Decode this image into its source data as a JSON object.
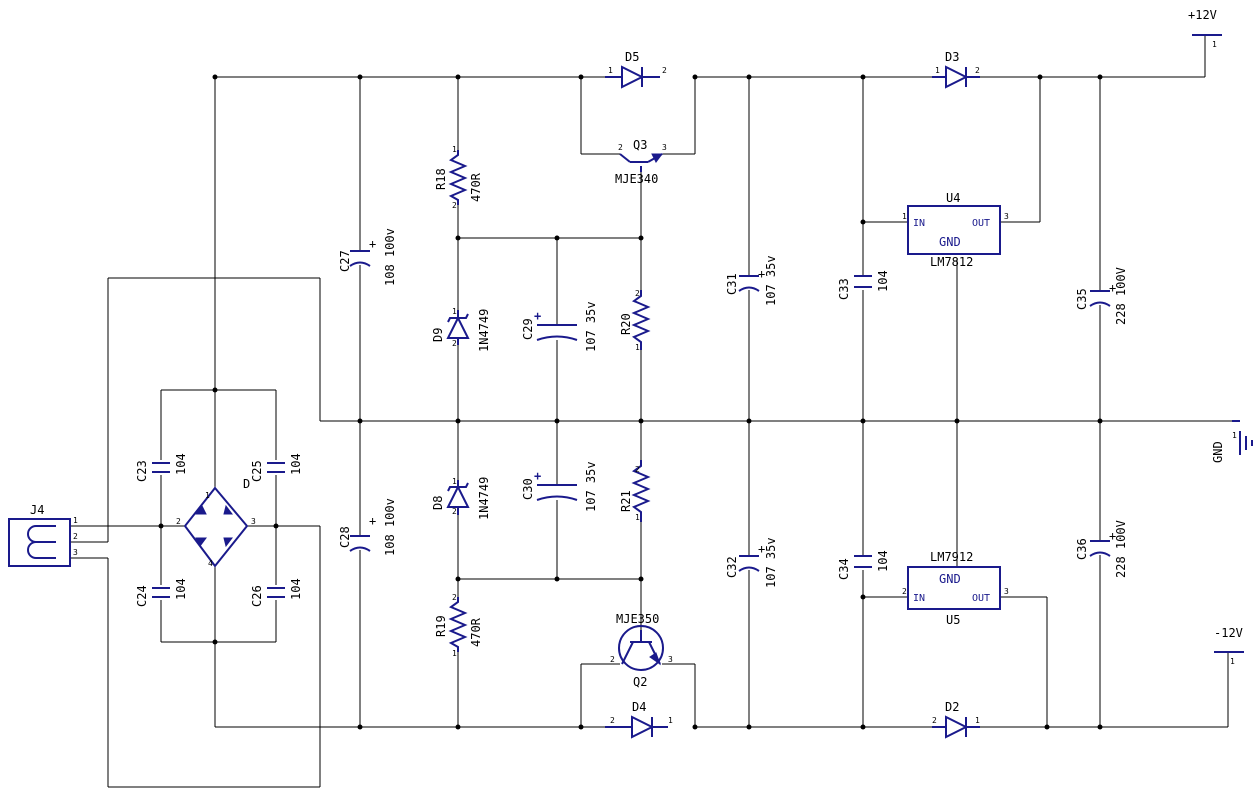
{
  "rails": {
    "pos": "+12V",
    "neg": "-12V",
    "gnd": "GND"
  },
  "connector": {
    "ref": "J4",
    "pins": [
      "1",
      "2",
      "3"
    ]
  },
  "bridge": {
    "ref": "D",
    "pins": [
      "1",
      "2",
      "3",
      "4"
    ]
  },
  "capacitors": {
    "C23": {
      "ref": "C23",
      "value": "104"
    },
    "C24": {
      "ref": "C24",
      "value": "104"
    },
    "C25": {
      "ref": "C25",
      "value": "104"
    },
    "C26": {
      "ref": "C26",
      "value": "104"
    },
    "C27": {
      "ref": "C27",
      "value": "108 100v"
    },
    "C28": {
      "ref": "C28",
      "value": "108 100v"
    },
    "C29": {
      "ref": "C29",
      "value": "107 35v"
    },
    "C30": {
      "ref": "C30",
      "value": "107 35v"
    },
    "C31": {
      "ref": "C31",
      "value": "107 35v"
    },
    "C32": {
      "ref": "C32",
      "value": "107 35v"
    },
    "C33": {
      "ref": "C33",
      "value": "104"
    },
    "C34": {
      "ref": "C34",
      "value": "104"
    },
    "C35": {
      "ref": "C35",
      "value": "228 100V"
    },
    "C36": {
      "ref": "C36",
      "value": "228 100V"
    }
  },
  "resistors": {
    "R18": {
      "ref": "R18",
      "value": "470R"
    },
    "R19": {
      "ref": "R19",
      "value": "470R"
    },
    "R20": {
      "ref": "R20",
      "value": ""
    },
    "R21": {
      "ref": "R21",
      "value": ""
    }
  },
  "zeners": {
    "D9": {
      "ref": "D9",
      "value": "1N4749"
    },
    "D8": {
      "ref": "D8",
      "value": "1N4749"
    }
  },
  "diodes": {
    "D5": {
      "ref": "D5"
    },
    "D3": {
      "ref": "D3"
    },
    "D4": {
      "ref": "D4"
    },
    "D2": {
      "ref": "D2"
    }
  },
  "transistors": {
    "Q3": {
      "ref": "Q3",
      "part": "MJE340"
    },
    "Q2": {
      "ref": "Q2",
      "part": "MJE350"
    }
  },
  "regulators": {
    "U4": {
      "ref": "U4",
      "part": "LM7812",
      "in": "IN",
      "out": "OUT",
      "gnd": "GND"
    },
    "U5": {
      "ref": "U5",
      "part": "LM7912",
      "in": "IN",
      "out": "OUT",
      "gnd": "GND"
    }
  },
  "pins": {
    "p1": "1",
    "p2": "2",
    "p3": "3"
  }
}
